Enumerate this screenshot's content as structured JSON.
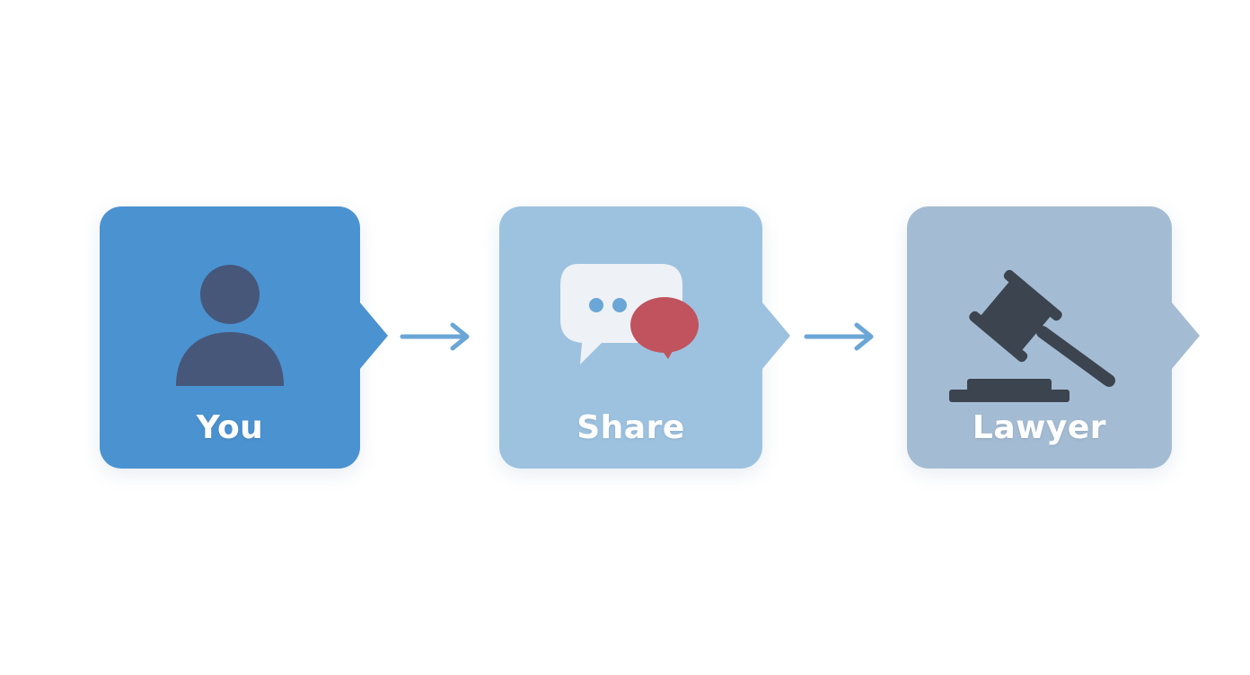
{
  "steps": [
    {
      "label": "You",
      "icon": "person-icon",
      "color": "#4b92d1"
    },
    {
      "label": "Share",
      "icon": "chat-bubbles-icon",
      "color": "#9dc2e0"
    },
    {
      "label": "Lawyer",
      "icon": "gavel-icon",
      "color": "#a4bcd3"
    }
  ],
  "colors": {
    "arrow": "#6aa6d6",
    "icon_dark": "#46577a",
    "bubble_light": "#eef1f5",
    "bubble_red": "#c0535d",
    "gavel": "#3c4450"
  }
}
